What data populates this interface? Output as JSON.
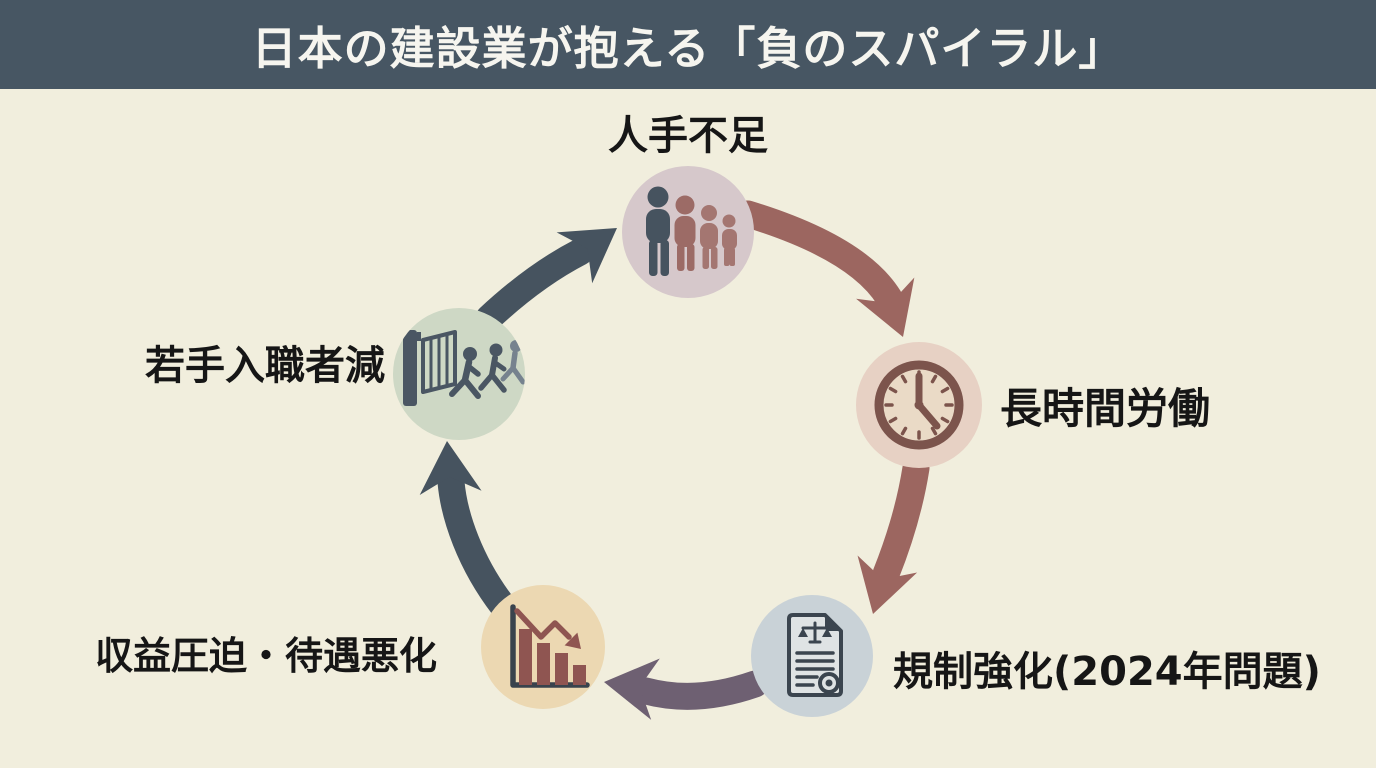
{
  "header": {
    "title": "日本の建設業が抱える「負のスパイラル」"
  },
  "cycle": {
    "nodes": [
      {
        "id": "labor-shortage",
        "label": "人手不足",
        "icon": "people-group-icon"
      },
      {
        "id": "long-working-hours",
        "label": "長時間労働",
        "icon": "clock-icon"
      },
      {
        "id": "regulation-2024",
        "label": "規制強化(2024年問題)",
        "icon": "legal-document-icon"
      },
      {
        "id": "profit-squeeze",
        "label": "収益圧迫・待遇悪化",
        "icon": "declining-bar-chart-icon"
      },
      {
        "id": "fewer-young-entrants",
        "label": "若手入職者減",
        "icon": "workers-leaving-gate-icon"
      }
    ],
    "arrows": [
      {
        "from": "人手不足",
        "to": "長時間労働",
        "color_key": "arrow_red"
      },
      {
        "from": "長時間労働",
        "to": "規制強化(2024年問題)",
        "color_key": "arrow_red"
      },
      {
        "from": "規制強化(2024年問題)",
        "to": "収益圧迫・待遇悪化",
        "color_key": "arrow_purple"
      },
      {
        "from": "収益圧迫・待遇悪化",
        "to": "若手入職者減",
        "color_key": "arrow_slate"
      },
      {
        "from": "若手入職者減",
        "to": "人手不足",
        "color_key": "arrow_slate"
      }
    ]
  },
  "colors": {
    "bg": "#f1eedd",
    "header_bg": "#475663",
    "title_ink": "#f6f5ef",
    "label_ink": "#161616",
    "circle_people": "#d6c8cb",
    "circle_clock": "#e7d1c4",
    "circle_doc": "#c9d2d7",
    "circle_chart": "#ecd8b2",
    "circle_gate": "#ced8c5",
    "arrow_red": "#9c6660",
    "arrow_purple": "#6e6072",
    "arrow_slate": "#46535f",
    "person_slate": "#46535f",
    "person_maroon": "#9c6b66",
    "person_maroon_light": "#a47671",
    "clock_ink": "#7c544c",
    "clock_face": "#eadac6",
    "paper_fill": "#dfe3e4",
    "doc_ink": "#3b454f",
    "bar_maroon": "#8f5551",
    "axis_ink": "#39434d",
    "gate_slate": "#4a5663",
    "gate_slate_light": "#76828e"
  }
}
